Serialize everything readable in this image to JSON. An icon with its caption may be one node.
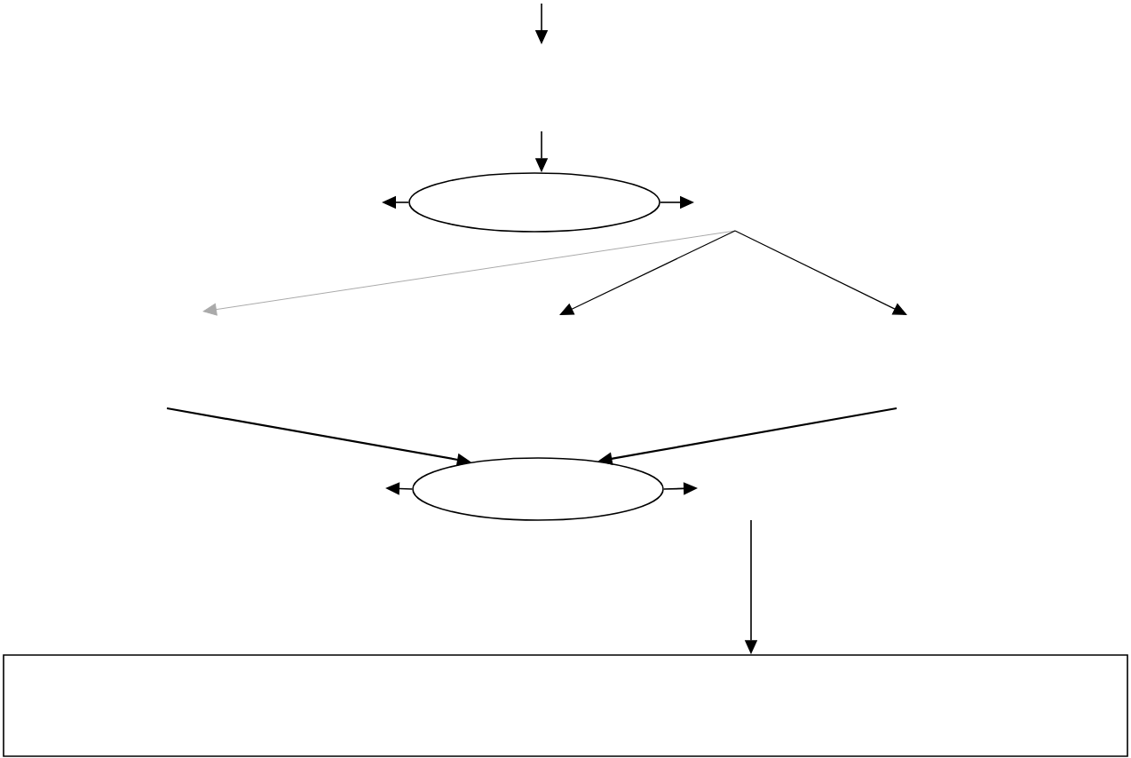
{
  "diagram": {
    "nodes": [
      {
        "text": [],
        "shape": "ellipse"
      },
      {
        "text": [],
        "shape": "ellipse"
      },
      {
        "text": [],
        "shape": "box"
      }
    ],
    "edges": [
      {
        "from": null,
        "to": 0,
        "arrow": "to"
      },
      {
        "from": 0,
        "to": null,
        "arrow": "to"
      },
      {
        "from": 0,
        "to": null,
        "arrow": "to"
      },
      {
        "from": null,
        "to": 1,
        "arrow": "to"
      },
      {
        "from": null,
        "to": 1,
        "arrow": "to"
      },
      {
        "from": 1,
        "to": null,
        "arrow": "to"
      },
      {
        "from": 1,
        "to": null,
        "arrow": "to"
      },
      {
        "from": null,
        "to": 2,
        "arrow": "to"
      }
    ]
  }
}
